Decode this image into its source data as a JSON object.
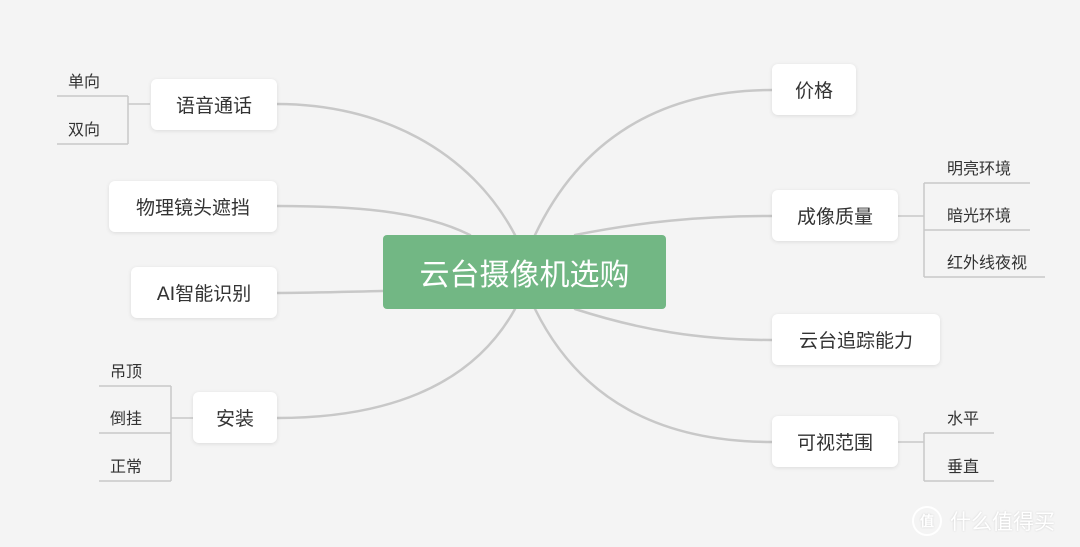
{
  "root": {
    "label": "云台摄像机选购"
  },
  "branches": {
    "voice": {
      "label": "语音通话",
      "children": [
        "单向",
        "双向"
      ]
    },
    "lens": {
      "label": "物理镜头遮挡"
    },
    "ai": {
      "label": "AI智能识别"
    },
    "install": {
      "label": "安装",
      "children": [
        "吊顶",
        "倒挂",
        "正常"
      ]
    },
    "price": {
      "label": "价格"
    },
    "imaging": {
      "label": "成像质量",
      "children": [
        "明亮环境",
        "暗光环境",
        "红外线夜视"
      ]
    },
    "tracking": {
      "label": "云台追踪能力"
    },
    "view": {
      "label": "可视范围",
      "children": [
        "水平",
        "垂直"
      ]
    }
  },
  "watermark": {
    "icon": "值",
    "text": "什么值得买"
  },
  "colors": {
    "root": "#72b784",
    "connector": "#c8c8c8",
    "background": "#f4f4f4"
  }
}
